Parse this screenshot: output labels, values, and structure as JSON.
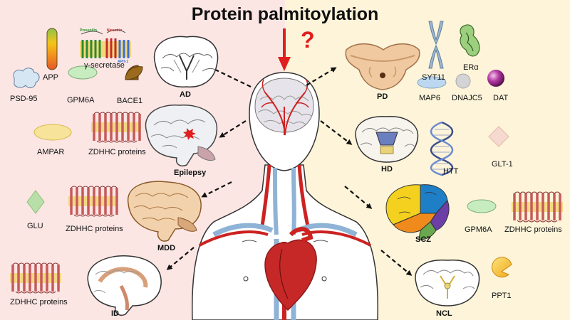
{
  "title": "Protein palmitoylation",
  "question_mark": "?",
  "disorders": {
    "ad": "AD",
    "pd": "PD",
    "epilepsy": "Epilepsy",
    "hd": "HD",
    "mdd": "MDD",
    "scz": "SCZ",
    "id": "ID",
    "ncl": "NCL"
  },
  "proteins": {
    "app": "APP",
    "gamma_secretase": "γ-secretase",
    "presenilin": "Presenilin",
    "nicastrin": "Nicastrin",
    "aph1": "APH-1",
    "psd95": "PSD-95",
    "gpm6a_left": "GPM6A",
    "bace1": "BACE1",
    "ampar": "AMPAR",
    "zdhhc_epilepsy": "ZDHHC proteins",
    "glu": "GLU",
    "zdhhc_mdd": "ZDHHC proteins",
    "zdhhc_id": "ZDHHC proteins",
    "syt11": "SYT11",
    "er_alpha": "ERα",
    "map6": "MAP6",
    "dnajc5": "DNAJC5",
    "dat": "DAT",
    "htt": "HTT",
    "glt1": "GLT-1",
    "gpm6a_right": "GPM6A",
    "zdhhc_scz": "ZDHHC proteins",
    "ppt1": "PPT1"
  },
  "colors": {
    "left_bg": "#fbe6e4",
    "right_bg": "#fdf4d9",
    "red_arrow": "#e11e1e",
    "artery": "#cc2222",
    "vein": "#8fb3d6"
  }
}
